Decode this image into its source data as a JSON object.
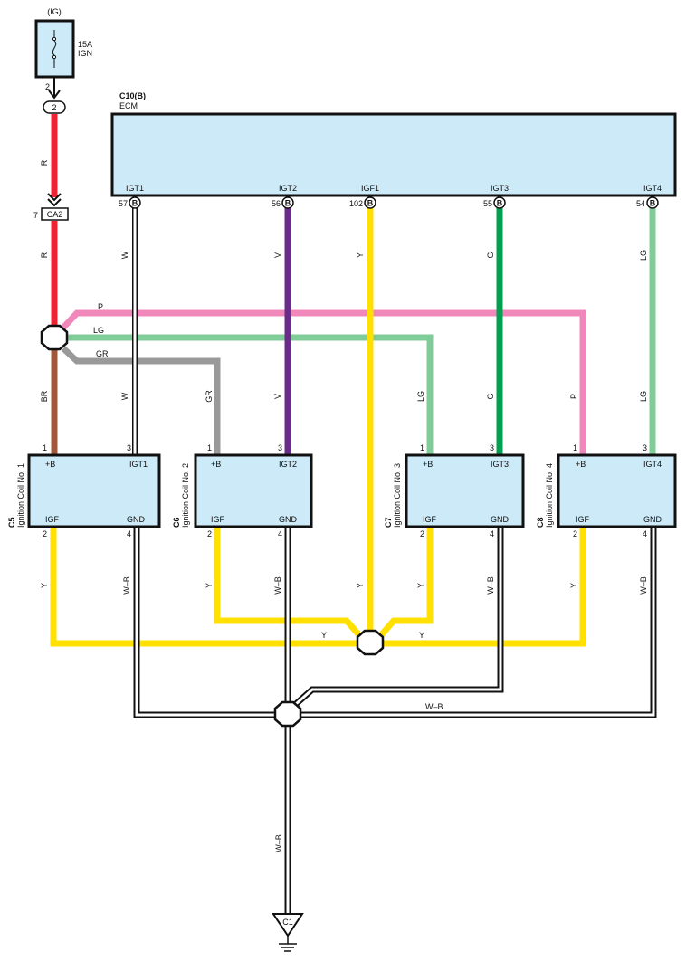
{
  "fuse": {
    "circuit": "(IG)",
    "rating": "15A",
    "name": "IGN",
    "pin": "2"
  },
  "junction_2": "2",
  "connector_ca2": {
    "pin": "7",
    "name": "CA2"
  },
  "ecm": {
    "id": "C10(B)",
    "name": "ECM",
    "pins": [
      {
        "label": "IGT1",
        "num": "57",
        "conn": "B"
      },
      {
        "label": "IGT2",
        "num": "56",
        "conn": "B"
      },
      {
        "label": "IGF1",
        "num": "102",
        "conn": "B"
      },
      {
        "label": "IGT3",
        "num": "55",
        "conn": "B"
      },
      {
        "label": "IGT4",
        "num": "54",
        "conn": "B"
      }
    ]
  },
  "wires": {
    "R": "R",
    "W": "W",
    "V": "V",
    "Y": "Y",
    "G": "G",
    "LG": "LG",
    "P": "P",
    "GR": "GR",
    "BR": "BR",
    "WB": "W–B"
  },
  "coils": [
    {
      "id": "C5",
      "name": "Ignition Coil No. 1",
      "tl": "+B",
      "tr": "IGT1",
      "bl": "IGF",
      "br": "GND",
      "p1": "1",
      "p2": "2",
      "p3": "3",
      "p4": "4"
    },
    {
      "id": "C6",
      "name": "Ignition Coil No. 2",
      "tl": "+B",
      "tr": "IGT2",
      "bl": "IGF",
      "br": "GND",
      "p1": "1",
      "p2": "2",
      "p3": "3",
      "p4": "4"
    },
    {
      "id": "C7",
      "name": "Ignition Coil No. 3",
      "tl": "+B",
      "tr": "IGT3",
      "bl": "IGF",
      "br": "GND",
      "p1": "1",
      "p2": "2",
      "p3": "3",
      "p4": "4"
    },
    {
      "id": "C8",
      "name": "Ignition Coil No. 4",
      "tl": "+B",
      "tr": "IGT4",
      "bl": "IGF",
      "br": "GND",
      "p1": "1",
      "p2": "2",
      "p3": "3",
      "p4": "4"
    }
  ],
  "ground": "C1",
  "colors": {
    "red": "#ee2233",
    "brown": "#a0583a",
    "purple": "#6a2b8a",
    "yellow": "#ffe000",
    "green": "#00a050",
    "lightgreen": "#80cc99",
    "pink": "#f088bb",
    "gray": "#999999",
    "box_fill": "#cdeaf8"
  }
}
